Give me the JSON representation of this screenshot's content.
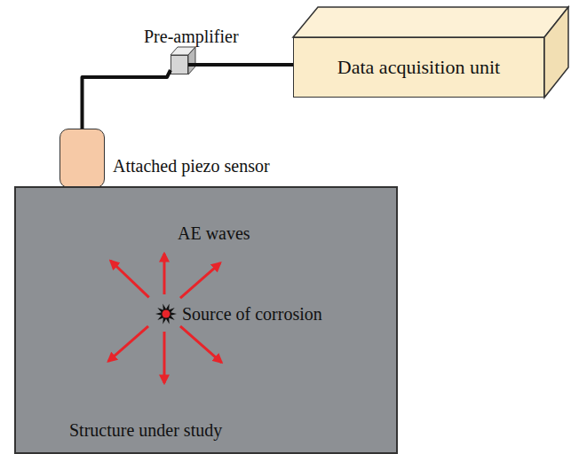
{
  "diagram": {
    "nodes": [
      {
        "text": [
          "Pre-amplifier"
        ]
      },
      {
        "text": [
          "Data acquisition unit"
        ]
      },
      {
        "text": [
          "Attached piezo sensor"
        ]
      },
      {
        "text": [
          "Structure under study"
        ]
      },
      {
        "text": [
          "Source of corrosion"
        ],
        "in": 3
      }
    ],
    "edges": [
      {
        "from": 2,
        "to": 0,
        "arrow": "none"
      },
      {
        "from": 0,
        "to": 1,
        "arrow": "none"
      }
    ],
    "labels": [
      "AE waves"
    ]
  }
}
